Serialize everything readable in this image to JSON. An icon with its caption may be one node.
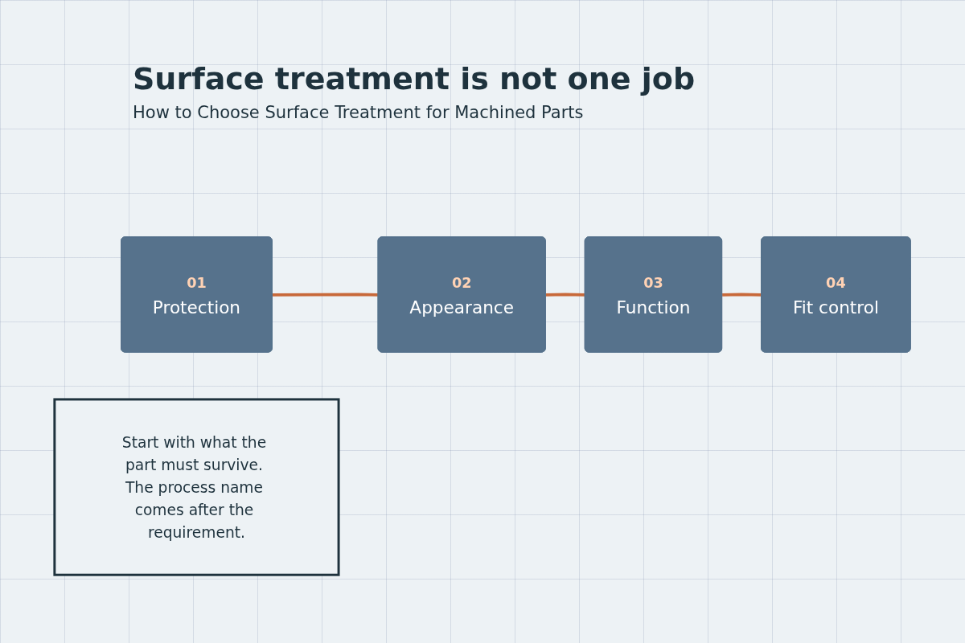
{
  "diagram": {
    "title": "Surface treatment is not one job",
    "nodes": [
      {
        "text": [
          "01",
          "Protection"
        ]
      },
      {
        "text": [
          "02",
          "Appearance"
        ]
      },
      {
        "text": [
          "03",
          "Function"
        ]
      },
      {
        "text": [
          "04",
          "Fit control"
        ]
      },
      {
        "text": [
          "Start with what the part must survive. The process name comes after the requirement."
        ]
      }
    ],
    "edges": [
      {
        "from": 0,
        "to": 1,
        "arrow": "none"
      },
      {
        "from": 1,
        "to": 2,
        "arrow": "none"
      },
      {
        "from": 2,
        "to": 3,
        "arrow": "none"
      }
    ],
    "labels": [
      "How to Choose Surface Treatment for Machined Parts"
    ]
  }
}
